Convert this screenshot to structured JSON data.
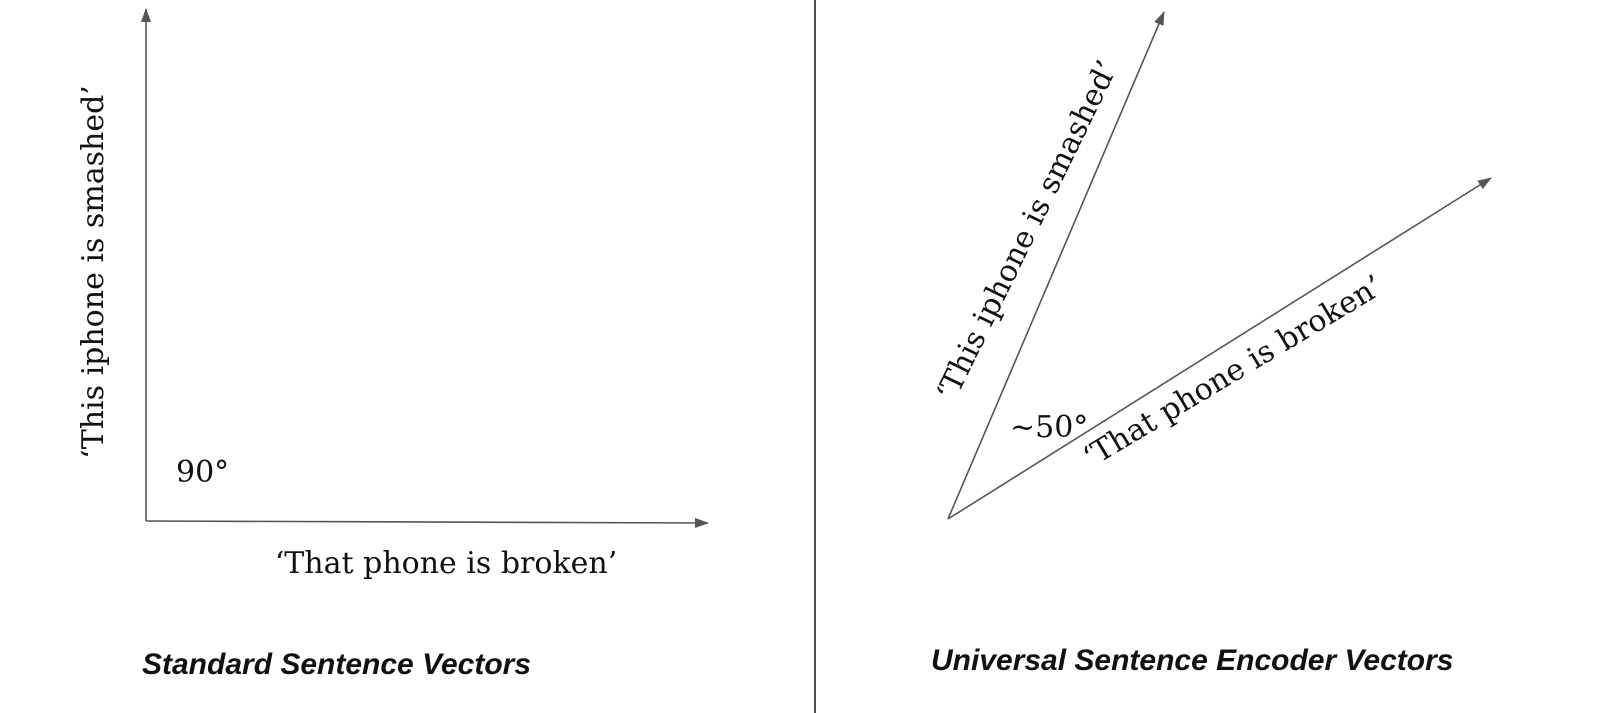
{
  "left_panel": {
    "vertical_axis_label": "‘This iphone is smashed’",
    "horizontal_axis_label": "‘That phone is broken’",
    "angle_label": "90°",
    "caption": "Standard Sentence Vectors"
  },
  "right_panel": {
    "steep_vector_label": "‘This iphone is smashed’",
    "shallow_vector_label": "‘That phone is broken’",
    "angle_label": "~50°",
    "caption": "Universal Sentence Encoder Vectors"
  },
  "colors": {
    "arrow": "#555555",
    "divider": "#222222",
    "text": "#111111"
  }
}
